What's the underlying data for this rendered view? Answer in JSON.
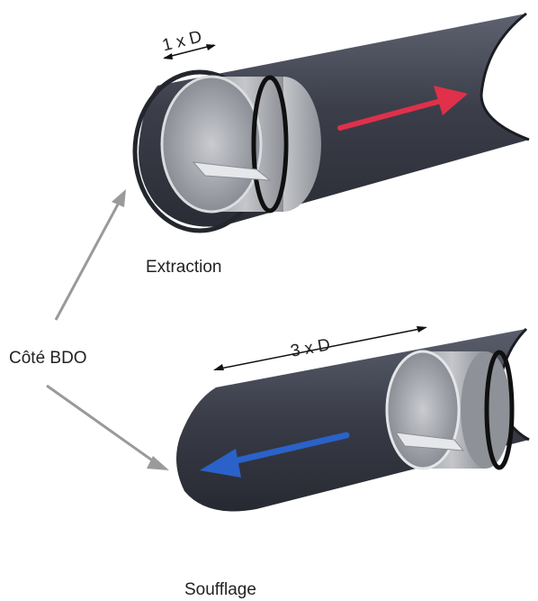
{
  "labels": {
    "top_dimension": "1 x D",
    "top_caption": "Extraction",
    "side_label": "Côté BDO",
    "bottom_dimension": "3 x D",
    "bottom_caption": "Soufflage"
  },
  "colors": {
    "duct_dark": "#3a3d48",
    "duct_light": "#6b6f7c",
    "damper_grey": "#b9bbbf",
    "gasket": "#111111",
    "arrow_extraction": "#e0304a",
    "arrow_soufflage": "#2a62c9",
    "pointer_arrow": "#9a9a9a",
    "dimension_line": "#111111"
  }
}
